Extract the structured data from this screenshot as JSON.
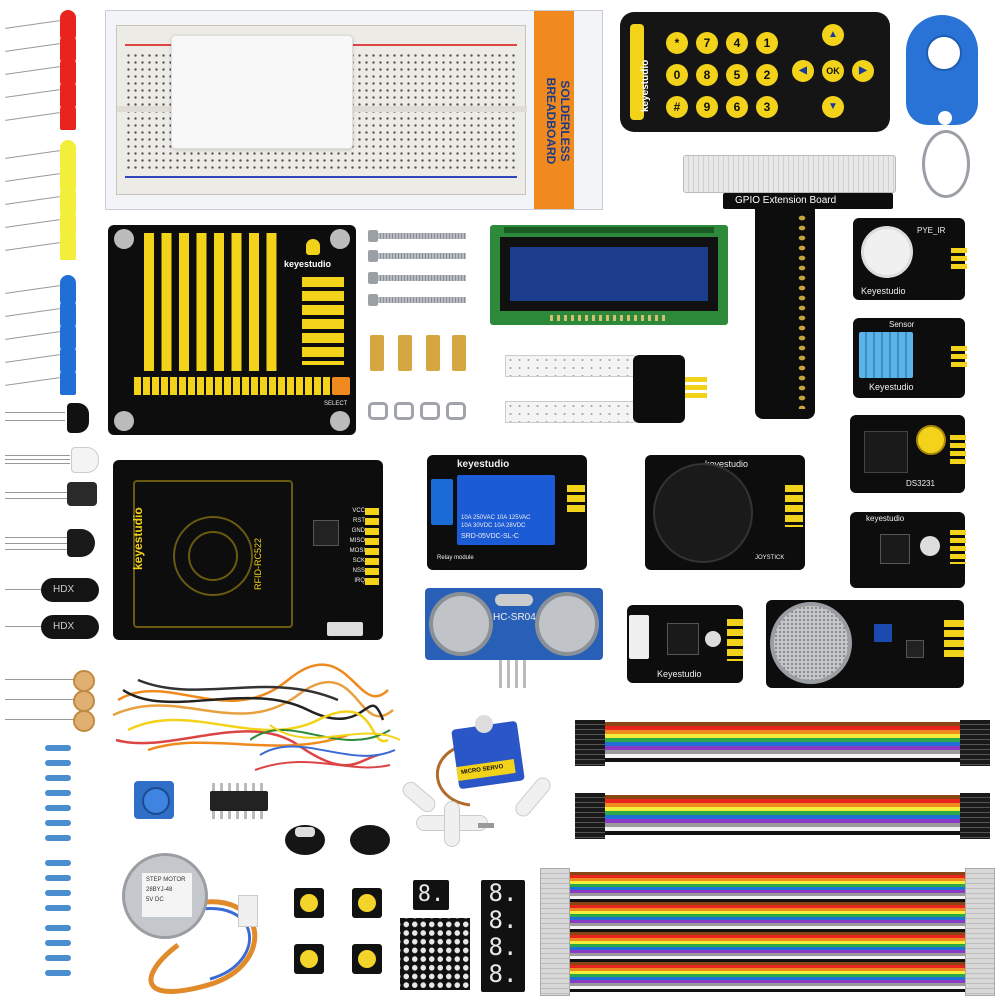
{
  "breadboard": {
    "label_line1": "SOLDERLESS",
    "label_line2": "BREADBOARD"
  },
  "remote": {
    "brand": "keyestudio",
    "keys": [
      "1",
      "2",
      "3",
      "4",
      "5",
      "6",
      "7",
      "8",
      "9",
      "*",
      "0",
      "#"
    ],
    "ok_label": "OK"
  },
  "shield": {
    "brand": "keyestudio",
    "select_label": "SELECT"
  },
  "gpio_board": {
    "title": "GPIO Extension Board"
  },
  "pir": {
    "label": "PYE_IR",
    "brand": "Keyestudio"
  },
  "dht": {
    "label": "Sensor",
    "brand": "Keyestudio"
  },
  "rtc": {
    "label": "DS3231"
  },
  "rtc2": {
    "brand": "keyestudio"
  },
  "rfid": {
    "brand": "keyestudio",
    "model": "RFID-RC522",
    "pins": [
      "VCC",
      "RST",
      "GND",
      "MISO",
      "MOSI",
      "SCK",
      "NSS",
      "IRQ"
    ]
  },
  "relay": {
    "brand": "keyestudio",
    "rating1": "10A 250VAC 10A 125VAC",
    "rating2": "10A 30VDC 10A 28VDC",
    "model": "SRD-05VDC-SL-C",
    "footer": "Relay module"
  },
  "joystick": {
    "brand": "keyestudio",
    "label": "JOYSTICK"
  },
  "ultrasonic": {
    "model": "HC-SR04"
  },
  "i2c_module": {
    "brand": "Keyestudio"
  },
  "servo": {
    "label": "MICRO SERVO"
  },
  "stepper": {
    "line1": "STEP MOTOR",
    "line2": "28BYJ-48",
    "line3": "5V DC"
  },
  "ir_receivers": {
    "label": "HDX"
  },
  "colors": {
    "led_red": "#e8241c",
    "led_yellow": "#f2ee3a",
    "led_blue": "#1f6fd4",
    "pcb_black": "#0d0d0d",
    "header_yellow": "#f3d21a",
    "relay_blue": "#1b5bd6",
    "ultrasonic_blue": "#2860b8",
    "lcd_green": "#2c8a3a"
  }
}
